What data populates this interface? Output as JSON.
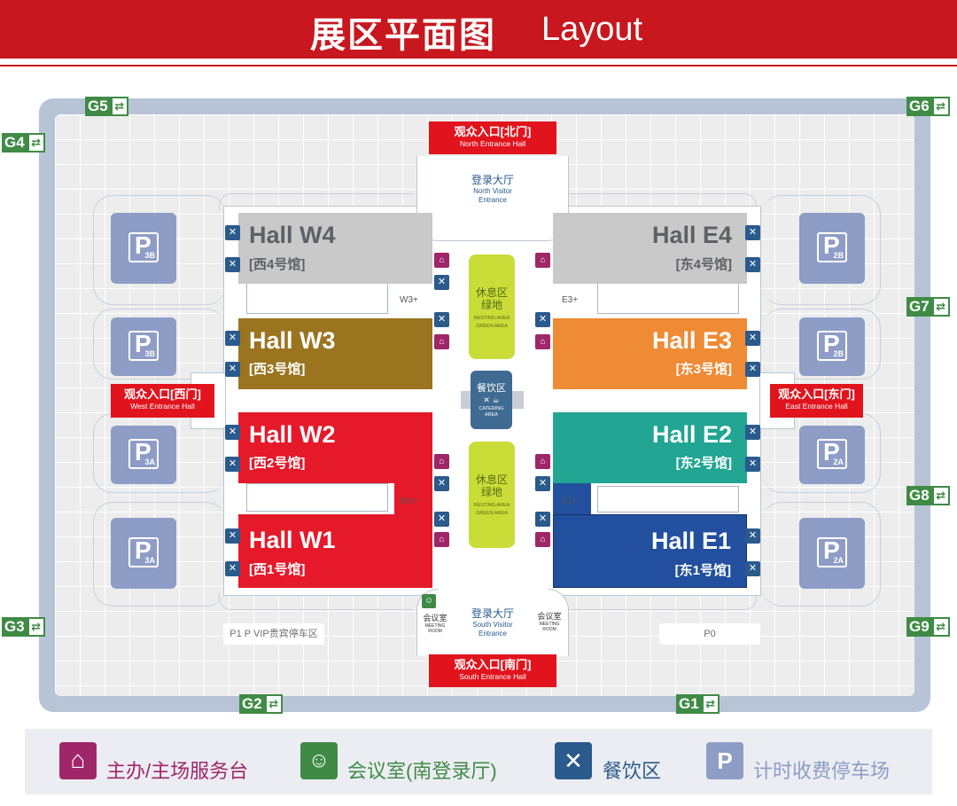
{
  "header": {
    "title_cn": "展区平面图",
    "title_en": "Layout"
  },
  "gates": [
    "G1",
    "G2",
    "G3",
    "G4",
    "G5",
    "G6",
    "G7",
    "G8",
    "G9"
  ],
  "entrances": {
    "north": {
      "cn": "观众入口[北门]",
      "en": "North Entrance Hall"
    },
    "south": {
      "cn": "观众入口[南门]",
      "en": "South Entrance Hall"
    },
    "west": {
      "cn": "观众入口[西门]",
      "en": "West Entrance Hall"
    },
    "east": {
      "cn": "观众入口[东门]",
      "en": "East Entrance Hall"
    }
  },
  "lobbies": {
    "north": {
      "cn": "登录大厅",
      "en1": "North Visitor",
      "en2": "Entrance"
    },
    "south": {
      "cn": "登录大厅",
      "en1": "South Visitor",
      "en2": "Entrance"
    }
  },
  "halls": {
    "W4": {
      "name": "Hall W4",
      "cn": "[西4号馆]",
      "color": "#c9c9c9"
    },
    "W3": {
      "name": "Hall W3",
      "cn": "[西3号馆]",
      "color": "#9b7420"
    },
    "W2": {
      "name": "Hall W2",
      "cn": "[西2号馆]",
      "color": "#e5192a"
    },
    "W1": {
      "name": "Hall W1",
      "cn": "[西1号馆]",
      "color": "#e5192a"
    },
    "E4": {
      "name": "Hall E4",
      "cn": "[东4号馆]",
      "color": "#c9c9c9"
    },
    "E3": {
      "name": "Hall E3",
      "cn": "[东3号馆]",
      "color": "#ef8a35"
    },
    "E2": {
      "name": "Hall E2",
      "cn": "[东2号馆]",
      "color": "#22a592"
    },
    "E1": {
      "name": "Hall E1",
      "cn": "[东1号馆]",
      "color": "#22509f"
    }
  },
  "connectors": {
    "w3p": "W3+",
    "w1p": "W1+",
    "e3p": "E3+",
    "e1p": "E1+"
  },
  "parking": {
    "letter": "P",
    "w_top": "3B",
    "w_mid": "3B",
    "w_low": "3A",
    "w_bot": "3A",
    "e_top": "2B",
    "e_mid": "2B",
    "e_low": "2A",
    "e_bot": "2A"
  },
  "center": {
    "rest_cn1": "休息区",
    "rest_cn2": "绿地",
    "rest_en1": "RESTING AREA",
    "rest_en2": "GREEN AREA",
    "catering_cn": "餐饮区",
    "catering_en1": "CATERING",
    "catering_en2": "AREA"
  },
  "meeting": {
    "cn": "会议室",
    "en1": "MEETING",
    "en2": "ROOM"
  },
  "parking_boxes": {
    "vip": "P1   P VIP贵宾停车区",
    "p0": "P0"
  },
  "legend": {
    "service": "主办/主场服务台",
    "meeting": "会议室(南登录厅)",
    "catering": "餐饮区",
    "parking": "计时收费停车场",
    "parking_letter": "P"
  },
  "colors": {
    "brand_red": "#c8171e",
    "gate_green": "#3f8b46",
    "food_blue": "#2b5a8c",
    "service_magenta": "#a0266a",
    "parking_purple": "#8e9dc6",
    "rest_green": "#c9dc38"
  },
  "icons": [
    "exchange-arrows-icon",
    "fork-knife-icon",
    "house-icon",
    "meeting-person-icon",
    "parking-icon"
  ]
}
